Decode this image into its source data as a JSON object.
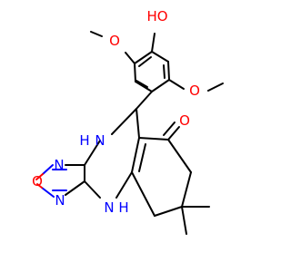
{
  "colors": {
    "background": "#ffffff",
    "bond": "#000000",
    "oxygen": "#ff0000",
    "nitrogen": "#0000ff"
  },
  "atoms": {
    "oh": "HO",
    "o_methoxy_left": "O",
    "o_methoxy_right": "O",
    "o_ketone": "O",
    "n_oxadiazole_top": "N",
    "n_oxadiazole_bottom": "N",
    "o_oxadiazole": "O",
    "nh_top": "H",
    "n_top": "N",
    "nh_bottom": "N",
    "h_bottom": "H"
  }
}
